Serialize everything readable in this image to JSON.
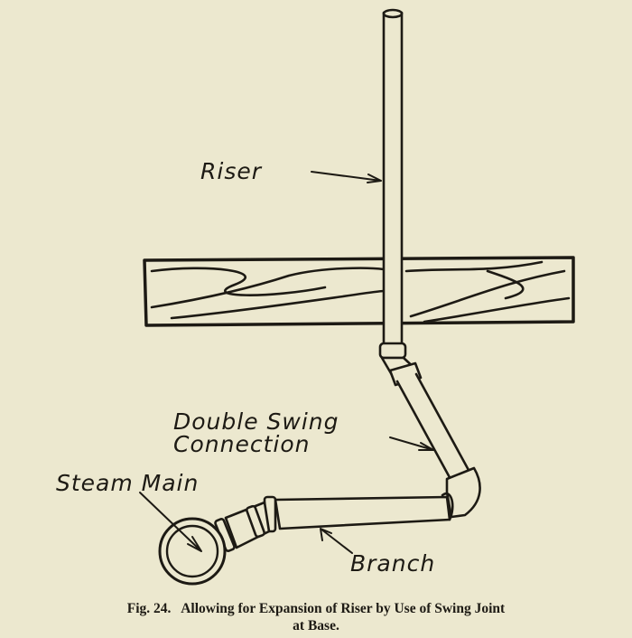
{
  "labels": {
    "riser": "Riser",
    "double_swing_line1": "Double Swing",
    "double_swing_line2": "Connection",
    "steam_main": "Steam Main",
    "branch": "Branch"
  },
  "caption": {
    "line1": "Fig. 24.   Allowing for Expansion of Riser by Use of Swing Joint",
    "line2": "at Base."
  },
  "colors": {
    "background": "#ece8cf",
    "ink": "#1d1a14"
  }
}
